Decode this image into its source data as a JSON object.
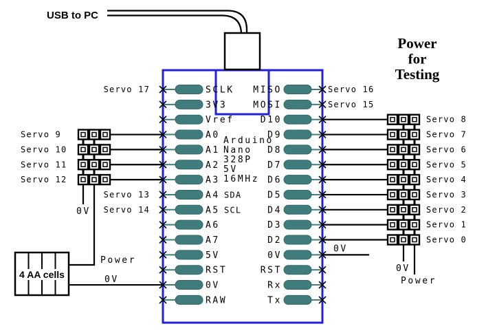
{
  "colors": {
    "board_outline": "#2020D8",
    "pin_fill": "#417C7C",
    "pin_stroke": "#2F6868",
    "green_text": "#00A028",
    "wire": "#000000"
  },
  "usb": {
    "label": "USB to PC"
  },
  "power_heading": {
    "lines": [
      "Power",
      "for",
      "Testing"
    ]
  },
  "board": {
    "name_lines": [
      "Arduino",
      "Nano",
      "328P",
      "5V",
      "16MHz"
    ],
    "left_pins": [
      {
        "label": "SCLK",
        "servo": "Servo 17"
      },
      {
        "label": "3V3"
      },
      {
        "label": "Vref"
      },
      {
        "label": "A0",
        "servo": "Servo 9",
        "header": true
      },
      {
        "label": "A1",
        "servo": "Servo 10",
        "header": true
      },
      {
        "label": "A2",
        "servo": "Servo 11",
        "header": true
      },
      {
        "label": "A3",
        "servo": "Servo 12",
        "header": true
      },
      {
        "label": "A4",
        "sub": "SDA",
        "servo": "Servo 13"
      },
      {
        "label": "A5",
        "sub": "SCL",
        "servo": "Servo 14"
      },
      {
        "label": "A6"
      },
      {
        "label": "A7"
      },
      {
        "label": "5V"
      },
      {
        "label": "RST"
      },
      {
        "label": "0V",
        "battery_wire": true
      },
      {
        "label": "RAW"
      }
    ],
    "right_pins": [
      {
        "label": "MISO",
        "servo": "Servo 16"
      },
      {
        "label": "MOSI",
        "servo": "Servo 15"
      },
      {
        "label": "D10",
        "servo": "Servo 8",
        "header": true
      },
      {
        "label": "D9",
        "servo": "Servo 7",
        "header": true
      },
      {
        "label": "D8",
        "servo": "Servo 6",
        "header": true
      },
      {
        "label": "D7",
        "servo": "Servo 5",
        "header": true
      },
      {
        "label": "D6",
        "servo": "Servo 4",
        "header": true
      },
      {
        "label": "D5",
        "servo": "Servo 3",
        "header": true
      },
      {
        "label": "D4",
        "servo": "Servo 2",
        "header": true
      },
      {
        "label": "D3",
        "servo": "Servo 1",
        "header": true
      },
      {
        "label": "D2",
        "servo": "Servo 0",
        "header": true
      },
      {
        "label": "0V",
        "stub_label": "0V"
      },
      {
        "label": "RST"
      },
      {
        "label": "Rx"
      },
      {
        "label": "Tx"
      }
    ]
  },
  "battery": {
    "label": "4 AA cells",
    "power_label": "Power",
    "ground_label": "0V"
  },
  "left_header": {
    "ground_label": "0V"
  },
  "right_header": {
    "ground_label": "0V",
    "power_label": "Power"
  }
}
